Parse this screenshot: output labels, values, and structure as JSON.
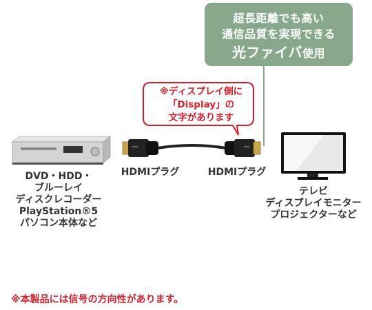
{
  "fiber_box": {
    "line1": "超長距離でも高い",
    "line2": "通信品質を実現できる",
    "line3_main": "光ファイバ",
    "line3_suffix": "使用"
  },
  "callout": {
    "line1": "※ディスプレイ側に",
    "line2": "「Display」の",
    "line3": "文字があります"
  },
  "plug_left_label": "HDMIプラグ",
  "plug_right_label": "HDMIプラグ",
  "source": {
    "lines": [
      "DVD・HDD・",
      "ブルーレイ",
      "ディスクレコーダー",
      "PlayStation®5",
      "パソコン本体など"
    ]
  },
  "display": {
    "lines": [
      "テレビ",
      "ディスプレイモニター",
      "プロジェクターなど"
    ]
  },
  "note": "※本製品には信号の方向性があります。",
  "colors": {
    "green": "#87a88a",
    "red": "#d81e2b"
  }
}
